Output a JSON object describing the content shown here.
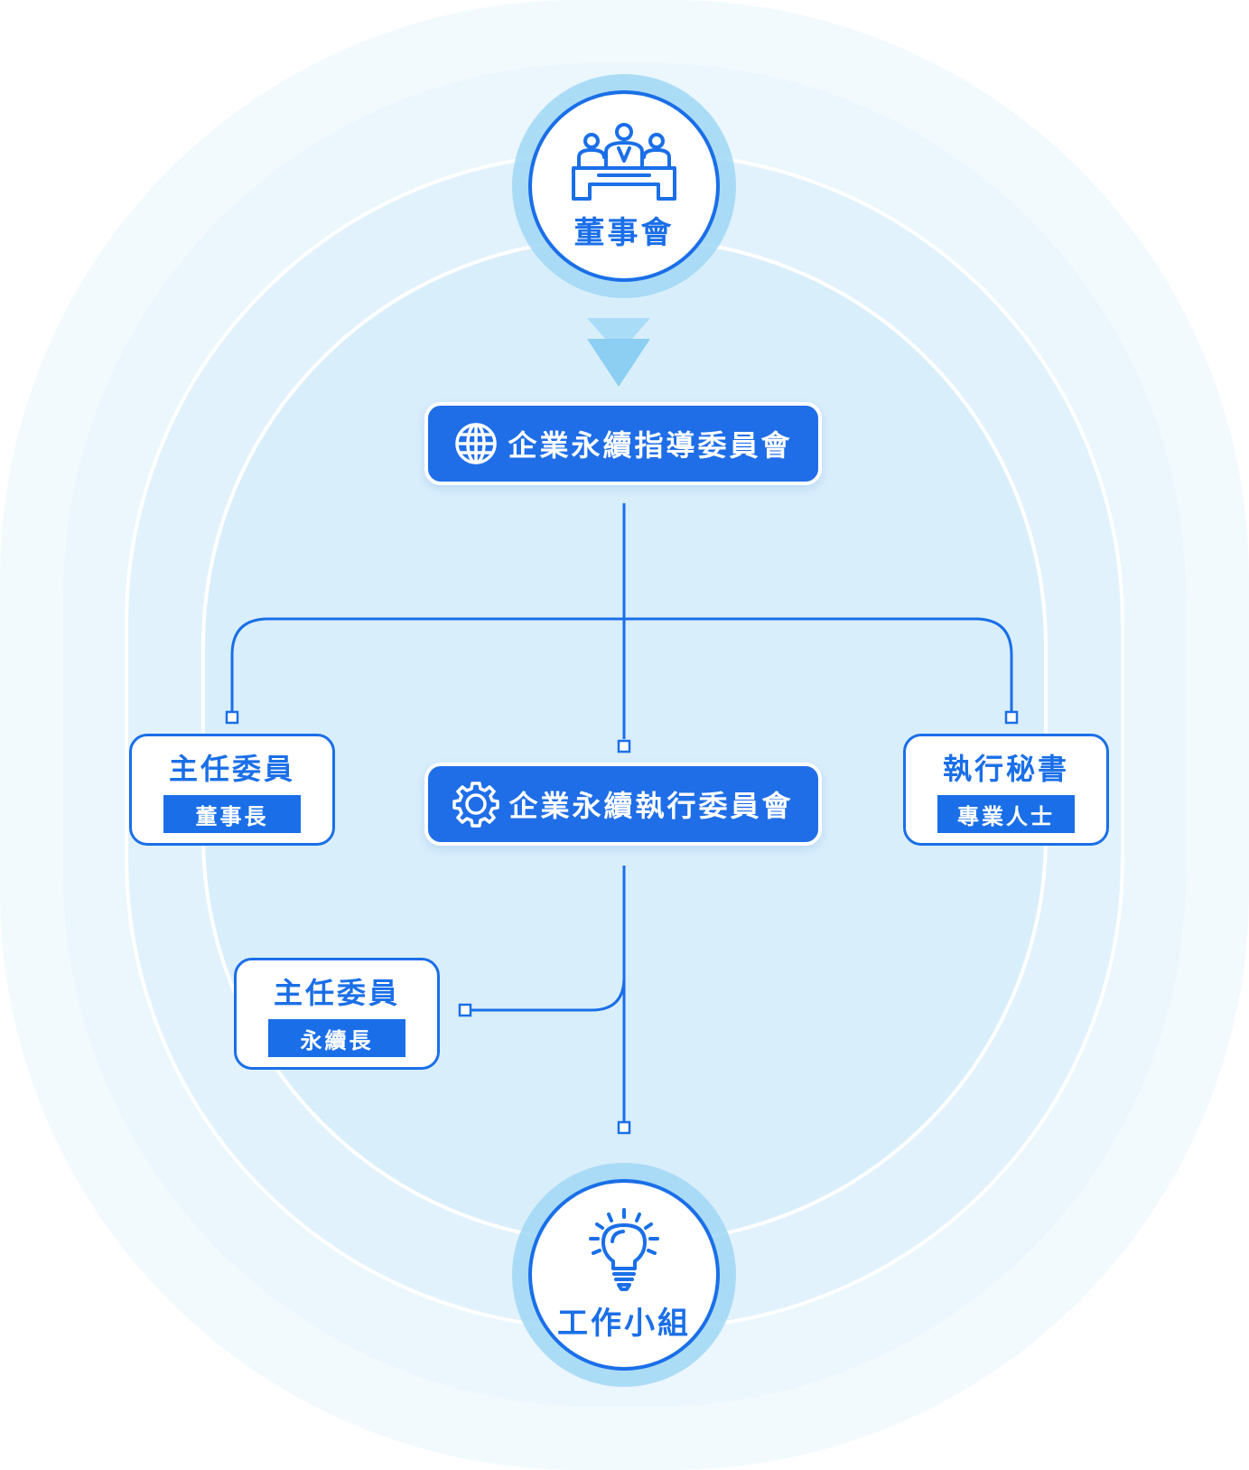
{
  "colors": {
    "primary": "#1a6fe8",
    "ring_light": "#f1f9fe",
    "ring_mid": "#e5f4fc",
    "ring_inner": "#d9f0fb"
  },
  "board": {
    "label": "董事會",
    "icon": "board-meeting-icon"
  },
  "steering_committee": {
    "label": "企業永續指導委員會",
    "icon": "globe-icon"
  },
  "executive_committee": {
    "label": "企業永續執行委員會",
    "icon": "gear-icon"
  },
  "chair_left": {
    "title": "主任委員",
    "badge": "董事長"
  },
  "secretary": {
    "title": "執行秘書",
    "badge": "專業人士"
  },
  "chair_lower": {
    "title": "主任委員",
    "badge": "永續長"
  },
  "working_group": {
    "label": "工作小組",
    "icon": "lightbulb-icon"
  }
}
